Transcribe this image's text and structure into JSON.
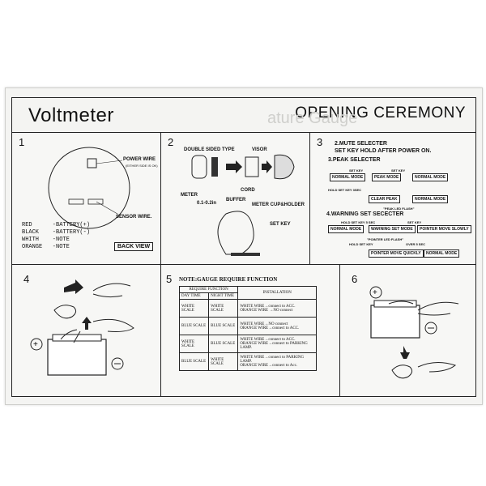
{
  "header": {
    "title": "Voltmeter",
    "subtitle": "OPENING CEREMONY",
    "ghost_text": "ature Gauge"
  },
  "panel1": {
    "number": "1",
    "power_wire": "POWER WIRE",
    "power_wire_note": "(EITHER SIDE IS OK)",
    "sensor_wire": "SENSOR WIRE.",
    "wires": [
      "RED      -BATTERY(+)",
      "BLACK    -BATTERY(-)",
      "WHITH    -NOTE",
      "ORANGE   -NOTE"
    ],
    "back_view": "BACK VIEW"
  },
  "panel2": {
    "number": "2",
    "double_sided": "DOUBLE SIDED TYPE",
    "visor": "VISOR",
    "meter": "METER",
    "cord": "CORD",
    "dim": "0.1-0.2in",
    "buffer": "BUFFER",
    "cup_holder": "METER CUP&HOLDER",
    "set_key": "SET KEY"
  },
  "panel3": {
    "number": "3",
    "mute_title": "2.MUTE SELECTER",
    "mute_sub": "SET KEY HOLD AFTER POWER ON.",
    "peak_title": "3.PEAK SELECTER",
    "set_key": "SET KEY",
    "set_key_b": "SET KEY",
    "normal_mode": "NORMAL MODE",
    "peak_mode": "PEAK MODE",
    "normal_mode_b": "NORMAL MODE",
    "hold_3sec": "HOLD SET KEY 3SEC",
    "clear_peak": "CLEAR PEAK",
    "normal_mode_c": "NORMAL MODE",
    "peak_led_flash": "\"PEAK LED FLASH\"",
    "warning_title": "4.WARNING SET SECECTER",
    "hold_5sec": "HOLD SET KEY 5 SEC",
    "set_key_c": "SET KEY",
    "normal_mode_d": "NORMAL MODE",
    "warning_set_mode": "WARNING SET MODE",
    "pointer_slowly": "POINTER MOVE SLOWLY",
    "pointer_led_flash": "\"POINTER LED FLASH\"",
    "hold_set_key": "HOLD SET KEY",
    "over_5sec": "OVER 5 SEC",
    "pointer_quickly": "POINTER MOVE QUICKLY",
    "normal_mode_e": "NORMAL MODE"
  },
  "panel4": {
    "number": "4"
  },
  "panel5": {
    "number": "5",
    "title": "NOTE:GAUGE REQUIRE FUNCTION",
    "require_function": "REQUIRE FUNCTION",
    "day_time": "DAY TIME",
    "night_time": "NIGHT TIME",
    "installation": "INSTALLATION",
    "rows": [
      {
        "day": "WHITE SCALE",
        "night": "WHITE SCALE",
        "line1": "WHITE WIRE→connect to ACC.",
        "line2": "ORANGE WIRE →NO connect"
      },
      {
        "day": "BLUE SCALE",
        "night": "BLUE SCALE",
        "line1": "WHITE WIRE→NO connect",
        "line2": "ORANGE WIRE→connect to ACC."
      },
      {
        "day": "WHITE SCALE",
        "night": "BLUE SCALE",
        "line1": "WHITE WIRE→connect to ACC.",
        "line2": "ORANGE WIRE→connect to PARKING LAMP."
      },
      {
        "day": "BLUE SCALE",
        "night": "WHITE SCALE",
        "line1": "WHITE WIRE→connect to PARKING LAMP.",
        "line2": "ORANGE WIRE→connect to Acc."
      }
    ]
  },
  "panel6": {
    "number": "6"
  }
}
